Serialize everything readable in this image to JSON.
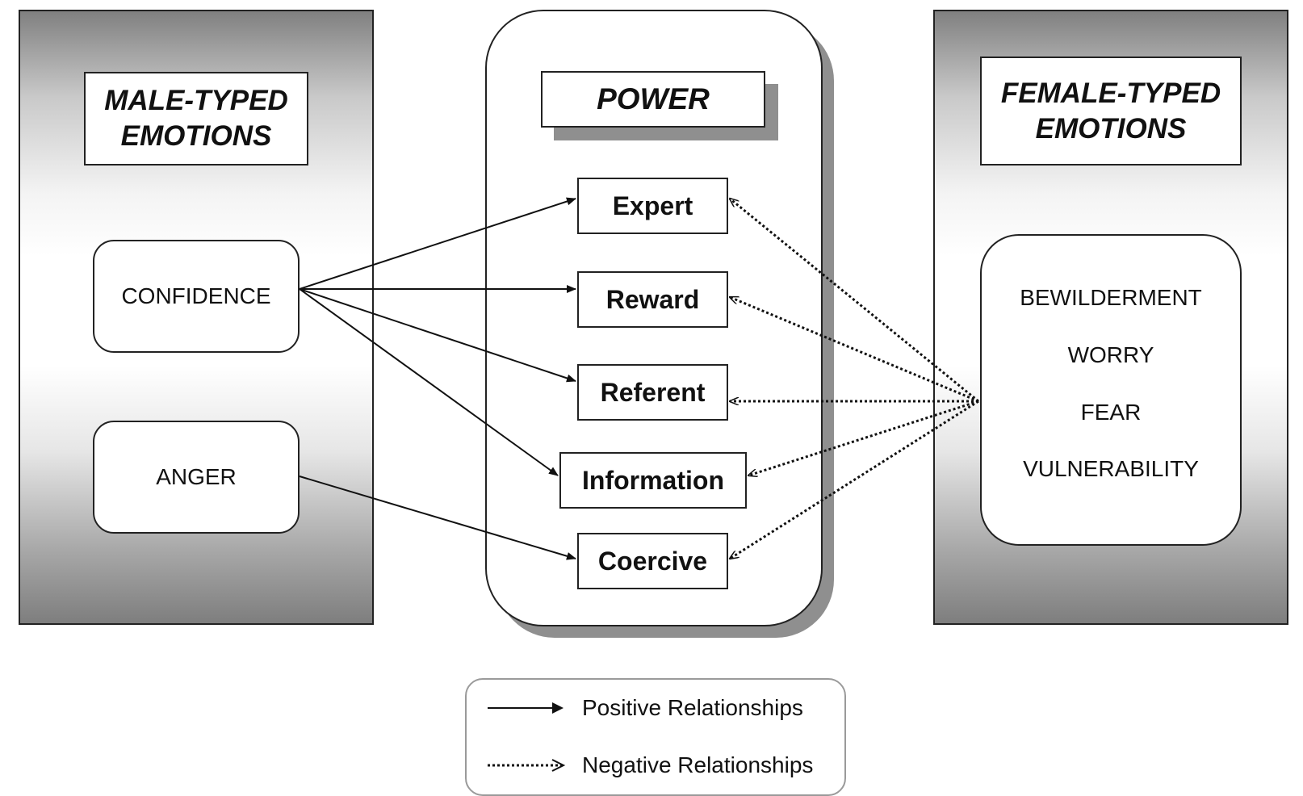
{
  "male": {
    "title": "MALE-TYPED\nEMOTIONS",
    "emotions": [
      "CONFIDENCE",
      "ANGER"
    ]
  },
  "power": {
    "title": "POWER",
    "bases": [
      "Expert",
      "Reward",
      "Referent",
      "Information",
      "Coercive"
    ]
  },
  "female": {
    "title": "FEMALE-TYPED\nEMOTIONS",
    "emotions": [
      "BEWILDERMENT",
      "WORRY",
      "FEAR",
      "VULNERABILITY"
    ]
  },
  "relationships": {
    "positive": [
      {
        "from": "CONFIDENCE",
        "to": "Expert"
      },
      {
        "from": "CONFIDENCE",
        "to": "Reward"
      },
      {
        "from": "CONFIDENCE",
        "to": "Referent"
      },
      {
        "from": "CONFIDENCE",
        "to": "Information"
      },
      {
        "from": "ANGER",
        "to": "Coercive"
      }
    ],
    "negative": [
      {
        "from": "FEMALE-TYPED EMOTIONS",
        "to": "Expert"
      },
      {
        "from": "FEMALE-TYPED EMOTIONS",
        "to": "Reward"
      },
      {
        "from": "FEMALE-TYPED EMOTIONS",
        "to": "Referent"
      },
      {
        "from": "FEMALE-TYPED EMOTIONS",
        "to": "Information"
      },
      {
        "from": "FEMALE-TYPED EMOTIONS",
        "to": "Coercive"
      }
    ]
  },
  "legend": {
    "positive_label": "Positive Relationships",
    "negative_label": "Negative Relationships"
  }
}
